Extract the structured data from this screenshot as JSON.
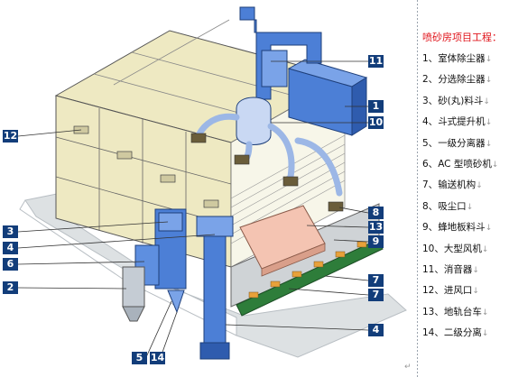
{
  "legend": {
    "title": "喷砂房项目工程：",
    "items": [
      {
        "num": "1、",
        "text": "室体除尘器"
      },
      {
        "num": "2、",
        "text": "分选除尘器"
      },
      {
        "num": "3、",
        "text": "砂(丸)料斗"
      },
      {
        "num": "4、",
        "text": "斗式提升机"
      },
      {
        "num": "5、",
        "text": "一级分离器"
      },
      {
        "num": "6、",
        "text": "AC 型喷砂机"
      },
      {
        "num": "7、",
        "text": "输送机构"
      },
      {
        "num": "8、",
        "text": "吸尘口"
      },
      {
        "num": "9、",
        "text": "蜂地板料斗"
      },
      {
        "num": "10、",
        "text": "大型风机"
      },
      {
        "num": "11、",
        "text": "消音器"
      },
      {
        "num": "12、",
        "text": "进风口"
      },
      {
        "num": "13、",
        "text": "地轨台车"
      },
      {
        "num": "14、",
        "text": "二级分离"
      }
    ]
  },
  "callouts": [
    "11",
    "1",
    "10",
    "12",
    "8",
    "13",
    "9",
    "3",
    "4",
    "6",
    "2",
    "7",
    "7",
    "4",
    "5",
    "14"
  ],
  "colors": {
    "callout_bg": "#123d7a",
    "duct_blue": "#4c7fd6",
    "panel_beige": "#eee9c2",
    "floor_grey": "#dde1e3",
    "cart_pink": "#f4c4b2",
    "conveyor_green": "#2e7d3a",
    "legend_title_red": "#e0141b"
  }
}
